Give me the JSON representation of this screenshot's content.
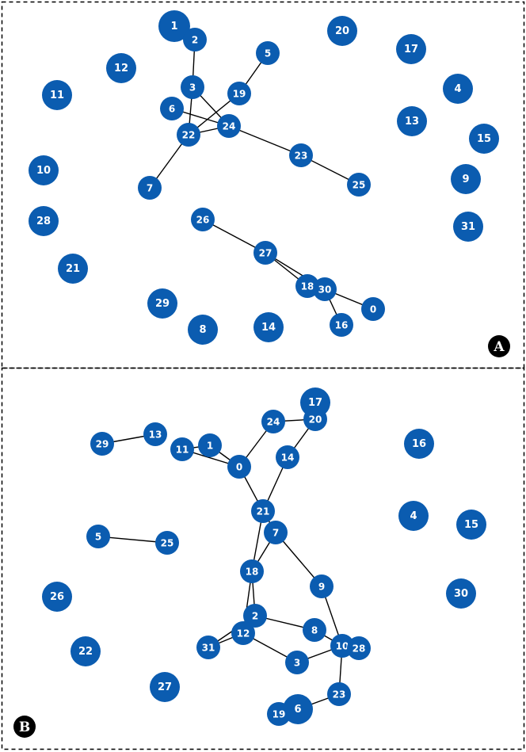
{
  "colors": {
    "node": "#0b5cb0",
    "edge": "#000000",
    "border": "#000000",
    "badge": "#000000",
    "label": "#ffffff"
  },
  "panels": [
    {
      "id": "A",
      "label": "A",
      "nodes": [
        {
          "id": "1"
        },
        {
          "id": "2"
        },
        {
          "id": "20"
        },
        {
          "id": "17"
        },
        {
          "id": "12"
        },
        {
          "id": "5"
        },
        {
          "id": "4"
        },
        {
          "id": "11"
        },
        {
          "id": "3"
        },
        {
          "id": "19"
        },
        {
          "id": "6"
        },
        {
          "id": "13"
        },
        {
          "id": "24"
        },
        {
          "id": "22"
        },
        {
          "id": "15"
        },
        {
          "id": "23"
        },
        {
          "id": "10"
        },
        {
          "id": "9"
        },
        {
          "id": "7"
        },
        {
          "id": "25"
        },
        {
          "id": "26"
        },
        {
          "id": "28"
        },
        {
          "id": "31"
        },
        {
          "id": "27"
        },
        {
          "id": "21"
        },
        {
          "id": "18"
        },
        {
          "id": "30"
        },
        {
          "id": "29"
        },
        {
          "id": "0"
        },
        {
          "id": "8"
        },
        {
          "id": "14"
        },
        {
          "id": "16"
        }
      ],
      "edges": [
        [
          "2",
          "3"
        ],
        [
          "3",
          "22"
        ],
        [
          "3",
          "24"
        ],
        [
          "5",
          "19"
        ],
        [
          "19",
          "22"
        ],
        [
          "6",
          "24"
        ],
        [
          "22",
          "24"
        ],
        [
          "22",
          "7"
        ],
        [
          "24",
          "23"
        ],
        [
          "23",
          "25"
        ],
        [
          "26",
          "27"
        ],
        [
          "27",
          "18"
        ],
        [
          "27",
          "30"
        ],
        [
          "18",
          "30"
        ],
        [
          "30",
          "0"
        ],
        [
          "30",
          "16"
        ]
      ]
    },
    {
      "id": "B",
      "label": "B",
      "nodes": [
        {
          "id": "17"
        },
        {
          "id": "24"
        },
        {
          "id": "20"
        },
        {
          "id": "13"
        },
        {
          "id": "29"
        },
        {
          "id": "1"
        },
        {
          "id": "11"
        },
        {
          "id": "16"
        },
        {
          "id": "14"
        },
        {
          "id": "0"
        },
        {
          "id": "21"
        },
        {
          "id": "4"
        },
        {
          "id": "15"
        },
        {
          "id": "7"
        },
        {
          "id": "5"
        },
        {
          "id": "25"
        },
        {
          "id": "18"
        },
        {
          "id": "9"
        },
        {
          "id": "26"
        },
        {
          "id": "30"
        },
        {
          "id": "2"
        },
        {
          "id": "8"
        },
        {
          "id": "12"
        },
        {
          "id": "31"
        },
        {
          "id": "10"
        },
        {
          "id": "28"
        },
        {
          "id": "22"
        },
        {
          "id": "3"
        },
        {
          "id": "27"
        },
        {
          "id": "23"
        },
        {
          "id": "6"
        },
        {
          "id": "19"
        }
      ],
      "edges": [
        [
          "29",
          "13"
        ],
        [
          "11",
          "1"
        ],
        [
          "11",
          "0"
        ],
        [
          "1",
          "0"
        ],
        [
          "0",
          "24"
        ],
        [
          "24",
          "20"
        ],
        [
          "20",
          "14"
        ],
        [
          "0",
          "21"
        ],
        [
          "14",
          "21"
        ],
        [
          "21",
          "7"
        ],
        [
          "21",
          "18"
        ],
        [
          "7",
          "18"
        ],
        [
          "7",
          "9"
        ],
        [
          "18",
          "2"
        ],
        [
          "18",
          "12"
        ],
        [
          "2",
          "12"
        ],
        [
          "2",
          "8"
        ],
        [
          "8",
          "10"
        ],
        [
          "9",
          "10"
        ],
        [
          "12",
          "31"
        ],
        [
          "2",
          "31"
        ],
        [
          "12",
          "3"
        ],
        [
          "3",
          "10"
        ],
        [
          "10",
          "23"
        ],
        [
          "23",
          "6"
        ],
        [
          "5",
          "25"
        ]
      ]
    }
  ]
}
